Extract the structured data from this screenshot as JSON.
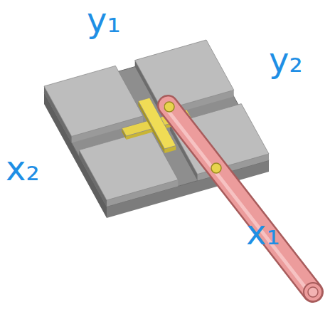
{
  "diagram": {
    "labels": [
      "y₁",
      "y₂",
      "x₂",
      "x₁"
    ]
  }
}
